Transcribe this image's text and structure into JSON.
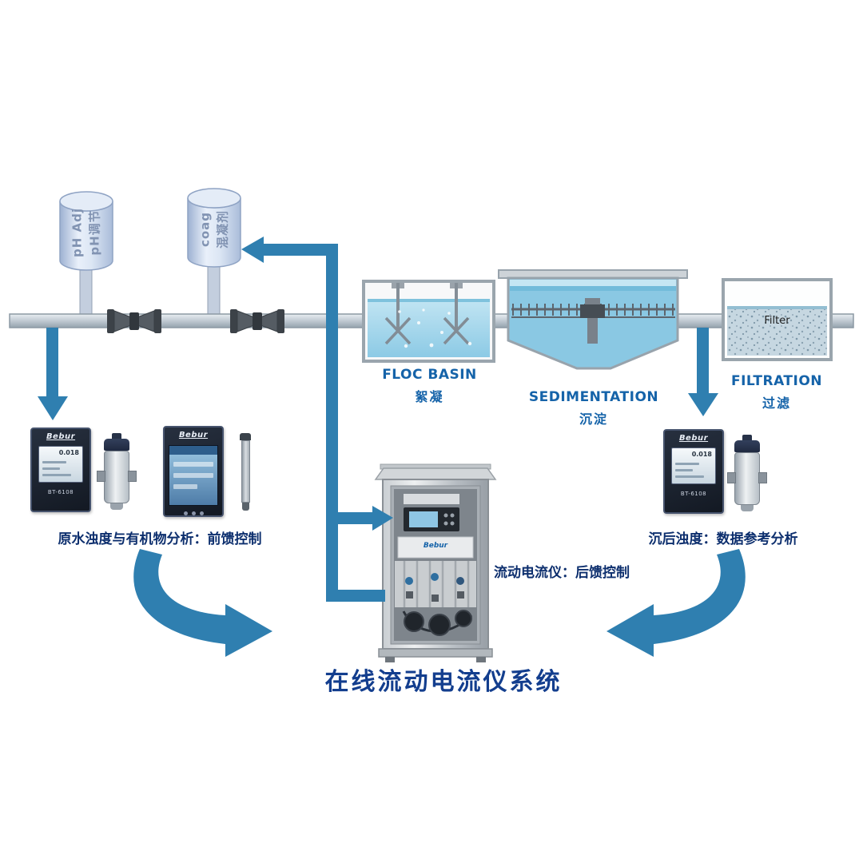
{
  "title": "在线流动电流仪系统",
  "colors": {
    "accent_blue": "#2f7fb0",
    "stage_label_blue": "#1563a9",
    "caption_navy": "#0d2f6e",
    "title_blue": "#133e8e"
  },
  "tanks": {
    "ph": {
      "line1": "pH Adj",
      "line2": "pH调节"
    },
    "coag": {
      "line1": "coag",
      "line2": "混凝剂"
    }
  },
  "stages": {
    "floc": {
      "en": "FLOC BASIN",
      "zh": "絮凝"
    },
    "sedimentation": {
      "en": "SEDIMENTATION",
      "zh": "沉淀"
    },
    "filtration": {
      "en": "FILTRATION",
      "zh": "过滤",
      "media_label": "Filter"
    }
  },
  "analyzers": {
    "brand": "Bebur",
    "model": "BT-6108",
    "reading": "0.018"
  },
  "captions": {
    "left": "原水浊度与有机物分析：前馈控制",
    "center": "流动电流仪：后馈控制",
    "right": "沉后浊度：数据参考分析"
  }
}
